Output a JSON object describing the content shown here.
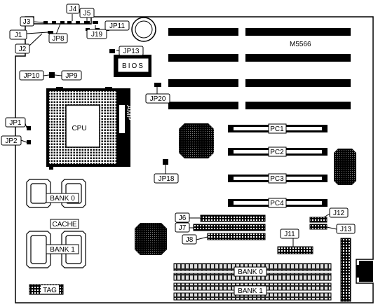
{
  "board": {
    "model": "M5566",
    "bios": "BIOS",
    "cpu": "CPU",
    "socket_mark": "AMP",
    "cache": "CACHE",
    "tag": "TAG"
  },
  "jumpers": {
    "j1": "J1",
    "j2": "J2",
    "j3": "J3",
    "j4": "J4",
    "j5": "J5",
    "j6": "J6",
    "j7": "J7",
    "j8": "J8",
    "j11": "J11",
    "j12": "J12",
    "j13": "J13",
    "j19": "J19",
    "jp1": "JP1",
    "jp2": "JP2",
    "jp8": "JP8",
    "jp9": "JP9",
    "jp10": "JP10",
    "jp11": "JP11",
    "jp13": "JP13",
    "jp18": "JP18",
    "jp20": "JP20"
  },
  "slots": {
    "pc1": "PC1",
    "pc2": "PC2",
    "pc3": "PC3",
    "pc4": "PC4"
  },
  "memory": {
    "cache_bank0": "BANK 0",
    "cache_bank1": "BANK 1",
    "simm_bank0": "BANK 0",
    "simm_bank1": "BANK 1"
  }
}
